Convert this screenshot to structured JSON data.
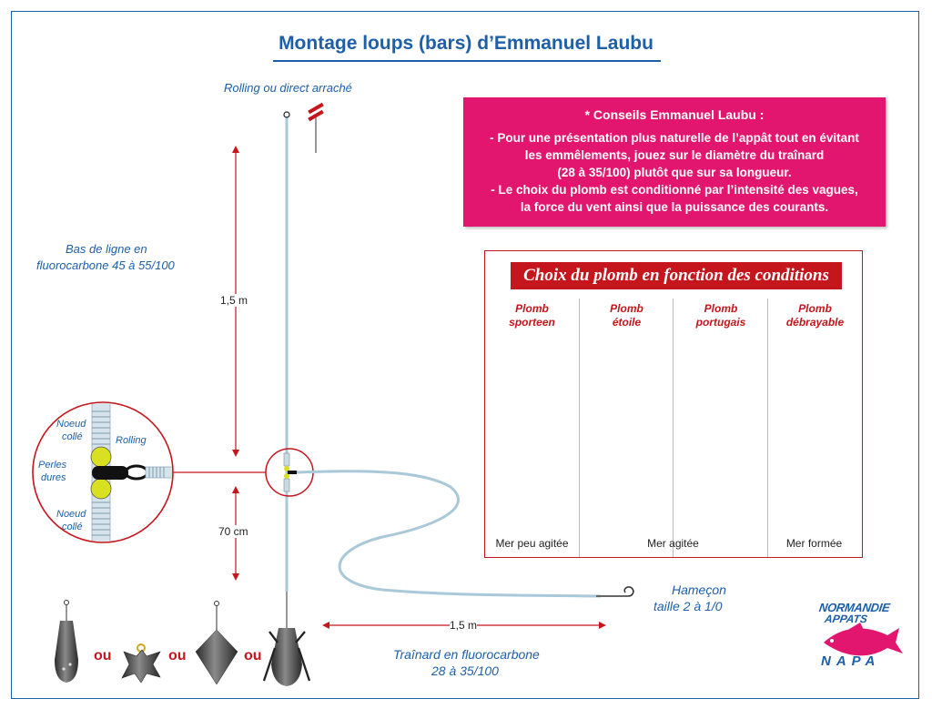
{
  "title": "Montage loups (bars) d’Emmanuel Laubu",
  "labels": {
    "rolling_top": "Rolling ou direct arraché",
    "bas_de_ligne_1": "Bas de ligne en",
    "bas_de_ligne_2": "fluorocarbone 45 à 55/100",
    "dim_1_5m": "1,5 m",
    "dim_70cm": "70 cm",
    "dim_1_5m_h": "1,5 m",
    "hamecon_1": "Hameçon",
    "hamecon_2": "taille 2 à 1/0",
    "trainard_1": "Traînard en fluorocarbone",
    "trainard_2": "28 à 35/100"
  },
  "detail": {
    "noeud_colle_top_1": "Noeud",
    "noeud_colle_top_2": "collé",
    "rolling": "Rolling",
    "perles_1": "Perles",
    "perles_2": "dures",
    "noeud_colle_bot_1": "Noeud",
    "noeud_colle_bot_2": "collé"
  },
  "conseils": {
    "heading": "* Conseils Emmanuel Laubu :",
    "line1": "- Pour une présentation plus naturelle de l’appât tout en évitant",
    "line2": "les emmêlements, jouez sur le diamètre du traînard",
    "line3": "(28 à 35/100) plutôt que sur sa longueur.",
    "line4": "- Le choix du plomb est conditionné par l’intensité des vagues,",
    "line5": "la force du vent ainsi que la puissance des courants."
  },
  "choix": {
    "title": "Choix du plomb en fonction des conditions",
    "columns": [
      {
        "l1": "Plomb",
        "l2": "sporteen"
      },
      {
        "l1": "Plomb",
        "l2": "étoile"
      },
      {
        "l1": "Plomb",
        "l2": "portugais"
      },
      {
        "l1": "Plomb",
        "l2": "débrayable"
      }
    ],
    "mer": [
      "Mer peu agitée",
      "Mer agitée",
      "Mer formée"
    ]
  },
  "ou": [
    "ou",
    "ou",
    "ou"
  ],
  "logo": {
    "line1": "NORMANDIE",
    "line2": "APPATS",
    "line3": "NAPA"
  },
  "colors": {
    "blue": "#1d5fa8",
    "red": "#c4161c",
    "pink": "#e2166f",
    "lead": "#4a4a4a",
    "sea": "#1a8fb5"
  }
}
